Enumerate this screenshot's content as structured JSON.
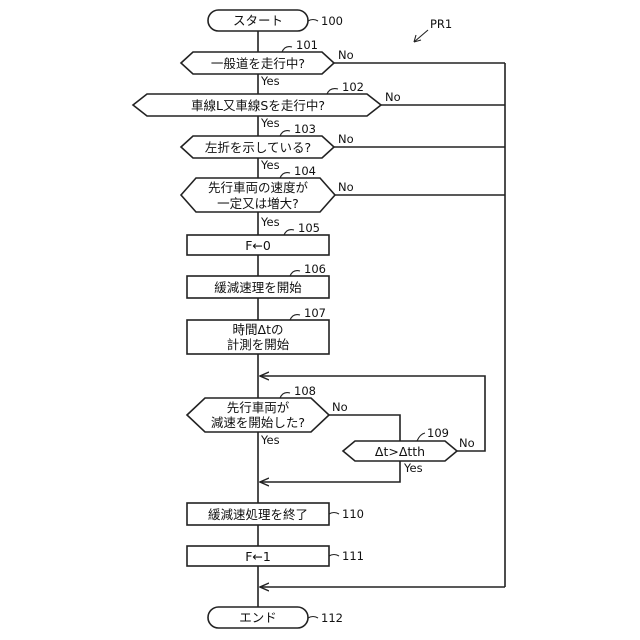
{
  "figure_label": "PR1",
  "steps": {
    "s100": {
      "text": "スタート",
      "ref": "100"
    },
    "s101": {
      "text": "一般道を走行中?",
      "ref": "101"
    },
    "s102": {
      "text": "車線L又車線Sを走行中?",
      "ref": "102"
    },
    "s103": {
      "text": "左折を示している?",
      "ref": "103"
    },
    "s104": {
      "line1": "先行車両の速度が",
      "line2": "一定又は増大?",
      "ref": "104"
    },
    "s105": {
      "text": "F←0",
      "ref": "105"
    },
    "s106": {
      "text": "緩減速理を開始",
      "ref": "106"
    },
    "s107": {
      "line1": "時間Δtの",
      "line2": "計測を開始",
      "ref": "107"
    },
    "s108": {
      "line1": "先行車両が",
      "line2": "減速を開始した?",
      "ref": "108"
    },
    "s109": {
      "text": "Δt>Δtth",
      "ref": "109"
    },
    "s110": {
      "text": "緩減速処理を終了",
      "ref": "110"
    },
    "s111": {
      "text": "F←1",
      "ref": "111"
    },
    "s112": {
      "text": "エンド",
      "ref": "112"
    }
  },
  "branch_labels": {
    "yes": "Yes",
    "no": "No"
  }
}
